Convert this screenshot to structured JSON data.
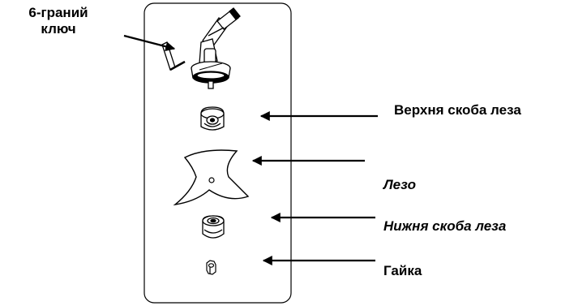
{
  "labels": {
    "hex_key": [
      "6-граний",
      "ключ"
    ],
    "upper_bracket": "Верхня скоба леза",
    "blade": "Лезо",
    "lower_bracket": "Нижня скоба леза",
    "nut": "Гайка"
  },
  "colors": {
    "ink": "#000000",
    "background": "#ffffff"
  }
}
